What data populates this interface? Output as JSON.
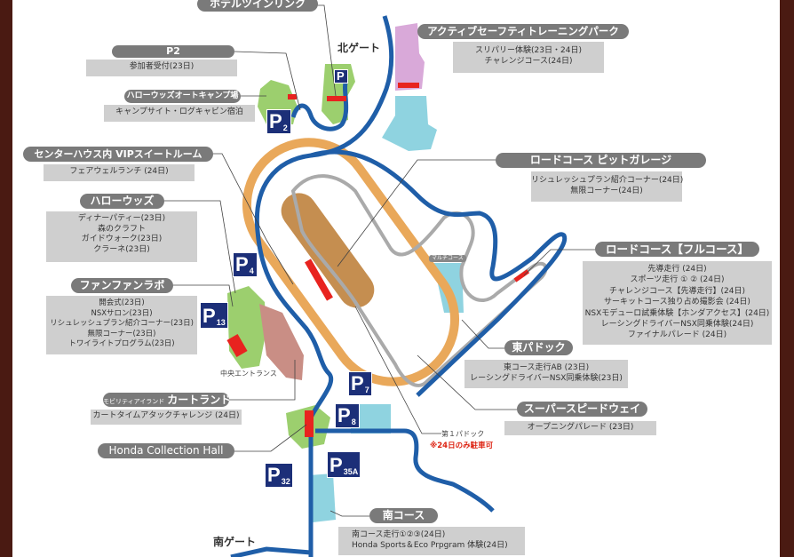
{
  "colors": {
    "road": "#1f5ea8",
    "oval": "#e9a85a",
    "grass": "#9ccf6e",
    "facility": "#e8231f",
    "water": "#8fd3e0",
    "paddock": "#c98e85",
    "parking": "#1c2f78",
    "label_bg": "#7a7a7a",
    "box_bg": "#cfcfcf",
    "frame": "#4a1a12"
  },
  "gates": {
    "north": "北ゲート",
    "south": "南ゲート"
  },
  "hotel": {
    "title": "ホテルツインリンク"
  },
  "p2": {
    "title": "P2",
    "items": [
      "参加者受付(23日)"
    ]
  },
  "camp": {
    "title": "ハローウッズオートキャンプ場",
    "items": [
      "キャンプサイト・ログキャビン宿泊"
    ]
  },
  "vip": {
    "title": "センターハウス内 VIPスイートルーム",
    "items": [
      "フェアウェルランチ (24日)"
    ]
  },
  "hellowoods": {
    "title": "ハローウッズ",
    "items": [
      "ディナーパティー(23日)",
      "森のクラフト",
      "ガイドウォーク(23日)",
      "クラーネ(23日)"
    ]
  },
  "funfunlab": {
    "title": "ファンファンラボ",
    "items": [
      "開会式(23日)",
      "NSXサロン(23日)",
      "リシュレッシュプラン紹介コーナー(23日)",
      "無限コーナー(23日)",
      "トワイライトプログラム(23日)"
    ]
  },
  "kartland": {
    "prefix": "モビリティアイランド",
    "title": "カートランド",
    "items": [
      "カートタイムアタックチャレンジ (24日)"
    ]
  },
  "collection": {
    "title": "Honda Collection Hall"
  },
  "safety": {
    "title": "アクティブセーフティトレーニングパーク",
    "items": [
      "スリパリー体験(23日・24日)",
      "チャレンジコース(24日)"
    ]
  },
  "pit": {
    "title": "ロードコース ピットガレージ",
    "items": [
      "リシュレッシュプラン紹介コーナー(24日)",
      "無限コーナー(24日)"
    ]
  },
  "full": {
    "title": "ロードコース【フルコース】",
    "items": [
      "先導走行 (24日)",
      "スポーツ走行 ① ② (24日)",
      "チャレンジコース【先導走行】(24日)",
      "サーキットコース独り占め撮影会 (24日)",
      "NSXモデューロ試乗体験【ホンダアクセス】(24日)",
      "レーシングドライバーNSX同乗体験(24日)",
      "ファイナルパレード (24日)"
    ]
  },
  "east": {
    "title": "東パドック",
    "items": [
      "東コース走行AB (23日)",
      "レーシングドライバーNSX同乗体験(23日)"
    ]
  },
  "speedway": {
    "title": "スーパースピードウェイ",
    "items": [
      "オープニングパレード (23日)"
    ]
  },
  "paddock1": {
    "title": "第１パドック",
    "note": "※24日のみ駐車可"
  },
  "south": {
    "title": "南コース",
    "items": [
      "南コース走行①②③(24日)",
      "Honda Sports＆Eco Prpgram 体験(24日)"
    ]
  },
  "central": {
    "title": "中央エントランス"
  },
  "multi": {
    "title": "マルチコース"
  },
  "parking": [
    {
      "p": "P",
      "n": "2"
    },
    {
      "p": "P",
      "n": ""
    },
    {
      "p": "P",
      "n": "4"
    },
    {
      "p": "P",
      "n": "13"
    },
    {
      "p": "P",
      "n": "7"
    },
    {
      "p": "P",
      "n": "8"
    },
    {
      "p": "P",
      "n": "35A"
    },
    {
      "p": "P",
      "n": "32"
    }
  ]
}
